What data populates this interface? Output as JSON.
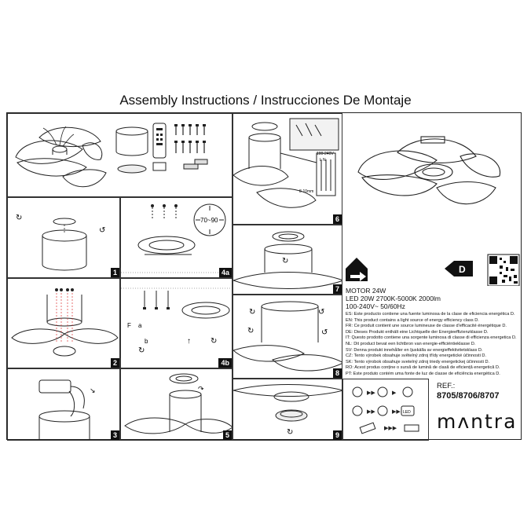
{
  "title": "Assembly Instructions / Instrucciones De Montaje",
  "steps": {
    "s1": "1",
    "s2": "2",
    "s3": "3",
    "s4a": "4a",
    "s4b": "4b",
    "s5": "5",
    "s6": "6",
    "s7": "7",
    "s8": "8",
    "s9": "9"
  },
  "labels": {
    "angle": "70~90",
    "voltage": "100-240V~",
    "ln": "L  N",
    "strip": "8-10mm",
    "force_f": "F",
    "force_a": "a",
    "force_b": "b",
    "led_badge": "LED"
  },
  "energy": {
    "class_letter": "D"
  },
  "specs": {
    "motor": "MOTOR 24W",
    "led": "LED 20W 2700K-5000K 2000lm",
    "power": "100-240V~ 50/60Hz",
    "lines": [
      "ES: Este producto contiene una fuente luminosa de la clase de eficiencia energética D.",
      "EN: This product contains a light source of energy efficiency class D.",
      "FR: Ce produit contient une source lumineuse de classe d'efficacité énergétique D.",
      "DE: Dieses Produkt enthält eine Lichtquelle der Energieeffizienzklasse D.",
      "IT: Questo prodotto contiene una sorgente luminosa di classe di efficienza energetica D.",
      "NL: Dit product bevat een lichtbron van energie-efficiëntieklasse D.",
      "SV: Denna produkt innehåller en ljuskälla av energieffektivitetsklass D.",
      "CZ: Tento výrobek obsahuje světelný zdroj třídy energetické účinnosti D.",
      "SK: Tento výrobok obsahuje svetelný zdroj triedy energetickej účinnosti D.",
      "RO: Acest produs conține o sursă de lumină de clasă de eficiență energetică D.",
      "PT: Este produto contém uma fonte de luz de classe de eficiência energética D."
    ]
  },
  "ref": {
    "label": "REF.:",
    "numbers": "8705/8706/8707"
  },
  "brand": "mʌntra"
}
